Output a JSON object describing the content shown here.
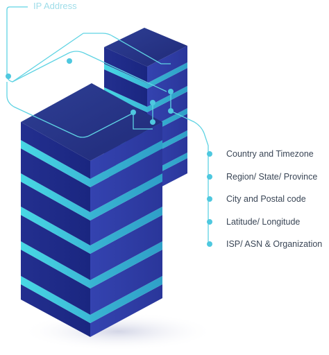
{
  "top_label": "IP Address",
  "items": [
    "Country and Timezone",
    "Region/ State/ Province",
    "City and Postal code",
    "Latitude/ Longitude",
    "ISP/ ASN & Organization"
  ],
  "colors": {
    "top_face": "#2a3585",
    "front_face": "#1e2c8c",
    "side_face": "#2e3aa6",
    "gap_face": "#3fcad8",
    "gap_side": "#36b3cc",
    "line": "#5fd3e3",
    "node": "#4ec8df",
    "text": "#3a4656",
    "label_faded": "#9fdde9"
  }
}
